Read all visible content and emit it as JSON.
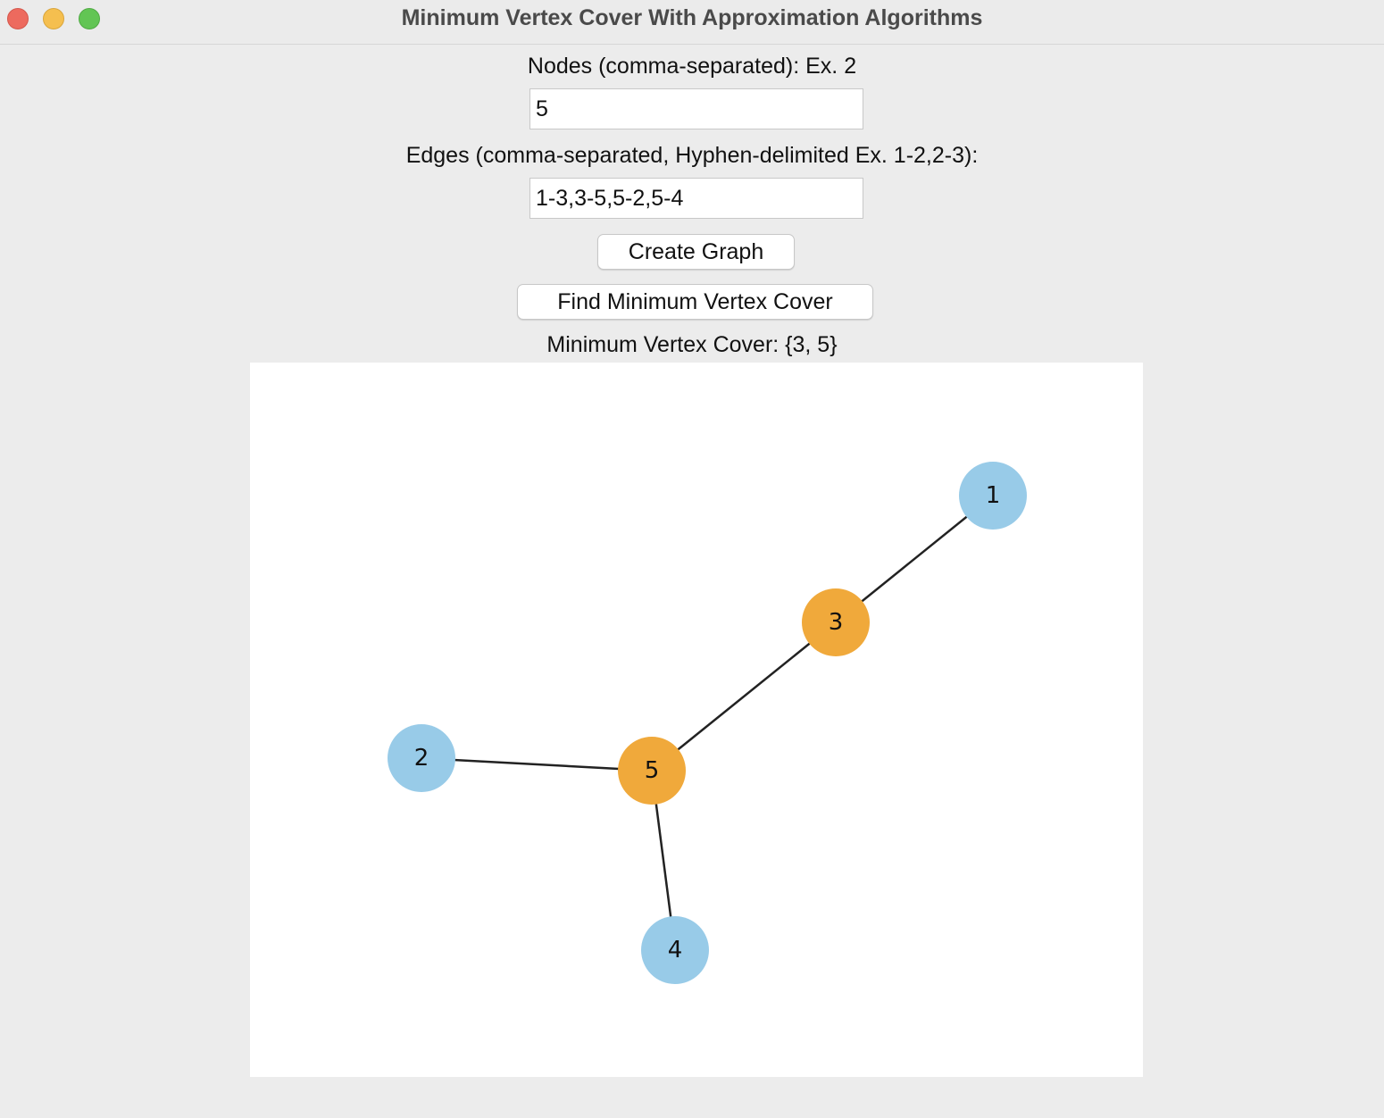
{
  "window": {
    "title": "Minimum Vertex Cover With Approximation Algorithms"
  },
  "form": {
    "nodes_label": "Nodes (comma-separated): Ex. 2",
    "nodes_value": "5",
    "edges_label": "Edges (comma-separated, Hyphen-delimited  Ex. 1-2,2-3):",
    "edges_value": "1-3,3-5,5-2,5-4",
    "create_button": "Create Graph",
    "find_button": "Find Minimum Vertex Cover",
    "result": "Minimum Vertex Cover: {3, 5}"
  },
  "graph": {
    "nodes": [
      {
        "id": "1",
        "in_cover": false
      },
      {
        "id": "2",
        "in_cover": false
      },
      {
        "id": "3",
        "in_cover": true
      },
      {
        "id": "4",
        "in_cover": false
      },
      {
        "id": "5",
        "in_cover": true
      }
    ],
    "edges": [
      [
        "1",
        "3"
      ],
      [
        "3",
        "5"
      ],
      [
        "5",
        "2"
      ],
      [
        "5",
        "4"
      ]
    ],
    "colors": {
      "cover_node": "#f0a93b",
      "normal_node": "#98cbe8",
      "edge": "#222222"
    }
  }
}
